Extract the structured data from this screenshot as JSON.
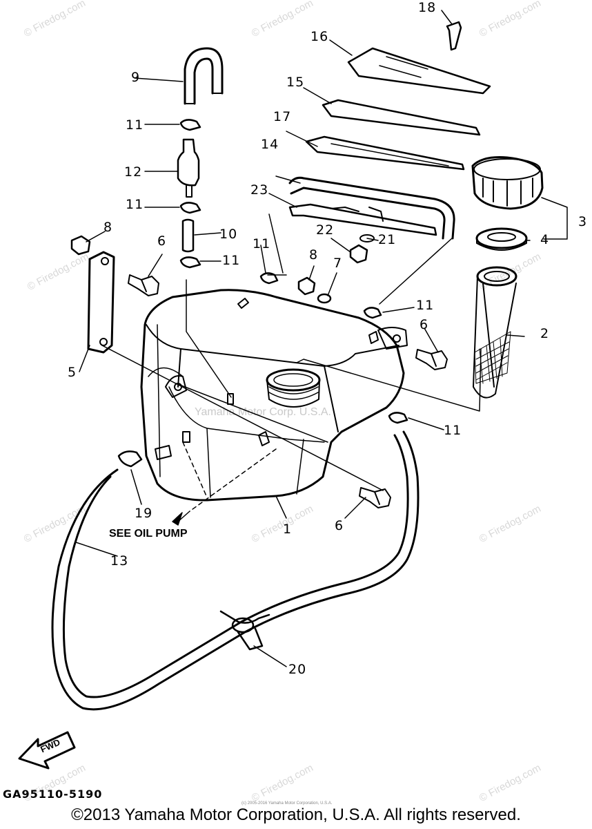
{
  "callouts": [
    "1",
    "2",
    "3",
    "4",
    "5",
    "6",
    "6",
    "6",
    "7",
    "8",
    "8",
    "9",
    "10",
    "11",
    "11",
    "11",
    "11",
    "11",
    "11",
    "12",
    "13",
    "14",
    "15",
    "16",
    "17",
    "18",
    "19",
    "20",
    "21",
    "22",
    "23"
  ],
  "watermark": "© Firedog.com",
  "center_watermark": "Yamaha Motor Corp. U.S.A.",
  "note": "SEE OIL PUMP",
  "fwd_label": "FWD",
  "diagram_code": "GA95110-5190",
  "tiny_credit": "(c) 2005-2016 Yamaha Motor Corporation, U.S.A.",
  "copyright": "©2013 Yamaha Motor Corporation, U.S.A. All rights reserved."
}
